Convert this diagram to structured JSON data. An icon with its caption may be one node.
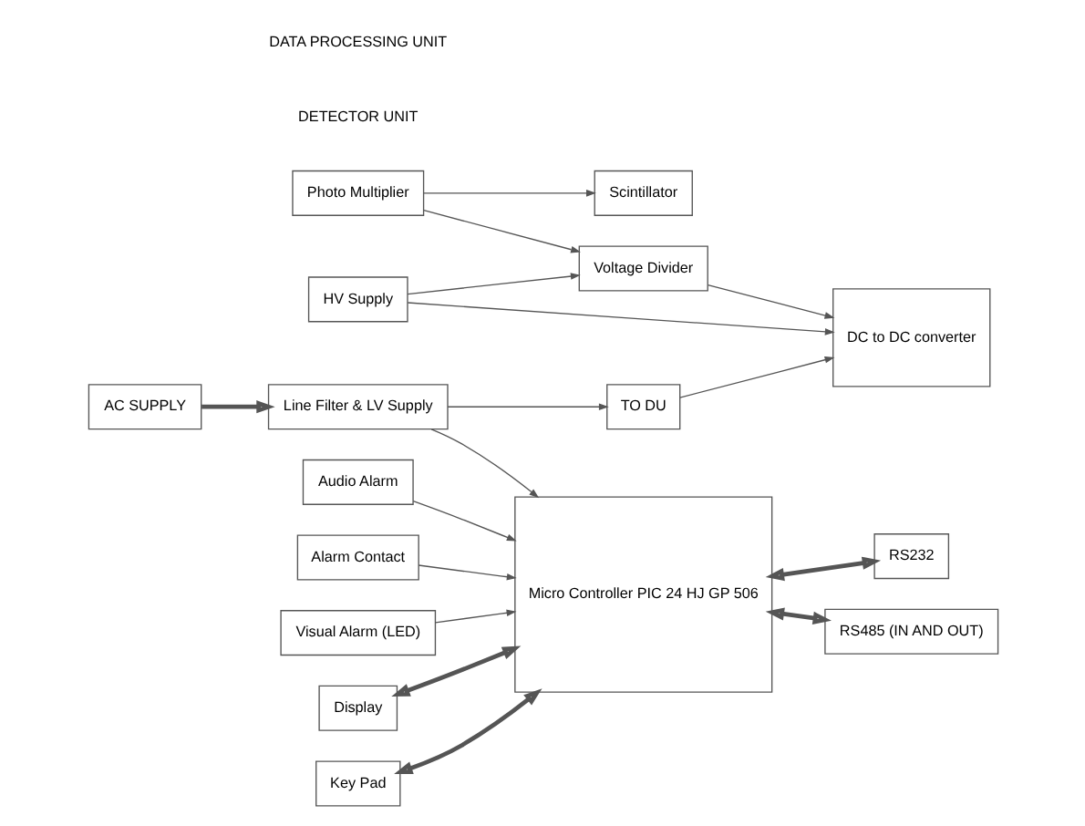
{
  "diagram": {
    "nodes": [
      {
        "text": [
          "Scintillator"
        ]
      },
      {
        "text": [
          "Photo Multiplier"
        ]
      },
      {
        "text": [
          "Voltage Divider"
        ]
      },
      {
        "text": [
          "DC to DC converter"
        ]
      },
      {
        "text": [
          "HV Supply"
        ]
      },
      {
        "text": [
          "TO DU"
        ]
      },
      {
        "text": [
          "Visual Alarm (LED)"
        ]
      },
      {
        "text": [
          "Display"
        ]
      },
      {
        "text": [
          "Key Pad"
        ]
      },
      {
        "text": [
          "Audio Alarm"
        ]
      },
      {
        "text": [
          "Micro Controller PIC 24 HJ GP 506"
        ]
      },
      {
        "text": [
          "Line Filter & LV Supply"
        ]
      },
      {
        "text": [
          "AC SUPPLY"
        ]
      },
      {
        "text": [
          "Alarm Contact"
        ]
      },
      {
        "text": [
          "RS485 (IN AND OUT)"
        ]
      },
      {
        "text": [
          "RS232"
        ]
      }
    ],
    "edges": [
      {
        "from": 1,
        "to": 0,
        "arrow": "to"
      },
      {
        "from": 1,
        "to": 2,
        "arrow": "to"
      },
      {
        "from": 2,
        "to": 3,
        "arrow": "to"
      },
      {
        "from": 4,
        "to": 3,
        "arrow": "to"
      },
      {
        "from": 4,
        "to": 2,
        "arrow": "to"
      },
      {
        "from": 5,
        "to": 3,
        "arrow": "to"
      },
      {
        "from": 11,
        "to": 5,
        "arrow": "to"
      },
      {
        "from": 6,
        "to": 10,
        "arrow": "to"
      },
      {
        "from": 7,
        "to": 10,
        "arrow": "both",
        "style": "thick"
      },
      {
        "from": 8,
        "to": 10,
        "arrow": "both",
        "style": "thick"
      },
      {
        "from": 9,
        "to": 10,
        "arrow": "to"
      },
      {
        "from": 11,
        "to": 10,
        "arrow": "to"
      },
      {
        "from": 12,
        "to": 11,
        "arrow": "to",
        "style": "thick"
      },
      {
        "from": 13,
        "to": 10,
        "arrow": "to"
      },
      {
        "from": 10,
        "to": 14,
        "arrow": "both",
        "style": "thick"
      },
      {
        "from": 10,
        "to": 15,
        "arrow": "both",
        "style": "thick"
      }
    ],
    "labels": [
      "DETECTOR UNIT",
      "DATA PROCESSING UNIT"
    ]
  }
}
